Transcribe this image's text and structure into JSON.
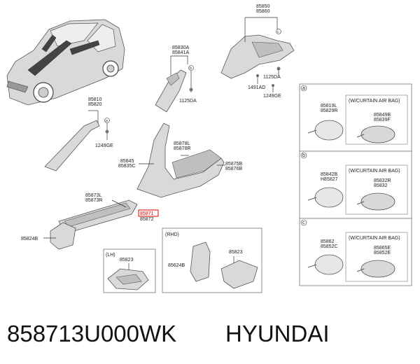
{
  "labels": [
    "85810",
    "85820",
    "1249GE",
    "85830A",
    "85841A",
    "1125DA",
    "85850",
    "85860",
    "1125DA",
    "1491AD",
    "1249GE",
    "85824B",
    "85873L",
    "85873R",
    "85845",
    "85835C",
    "85878L",
    "85878R",
    "85875B",
    "85876B",
    "85871",
    "85872"
  ],
  "callouts": {
    "a": "a",
    "b": "b",
    "c": "c"
  },
  "boxes": {
    "lh": {
      "title": "(LH)",
      "part": "85823"
    },
    "rhd": {
      "title": "(RHD)",
      "parts": [
        "85624B",
        "85823"
      ]
    }
  },
  "panels": [
    {
      "letter": "a",
      "curtain": "(W/CURTAIN AIR BAG)",
      "left": [
        "85819L",
        "85829R"
      ],
      "right": [
        "85849B",
        "85839F"
      ]
    },
    {
      "letter": "b",
      "curtain": "(W/CURTAIN AIR BAG)",
      "left": [
        "85842B",
        "H85827"
      ],
      "right": [
        "85832R",
        "85832"
      ]
    },
    {
      "letter": "c",
      "curtain": "(W/CURTAIN AIR BAG)",
      "left": [
        "85862",
        "85852C"
      ],
      "right": [
        "85865E",
        "85852E"
      ]
    }
  ],
  "caption": {
    "part_number": "858713U000WK",
    "brand": "HYUNDAI"
  },
  "colors": {
    "highlight": "#dd0000",
    "part_fill": "#d9d9d9"
  }
}
